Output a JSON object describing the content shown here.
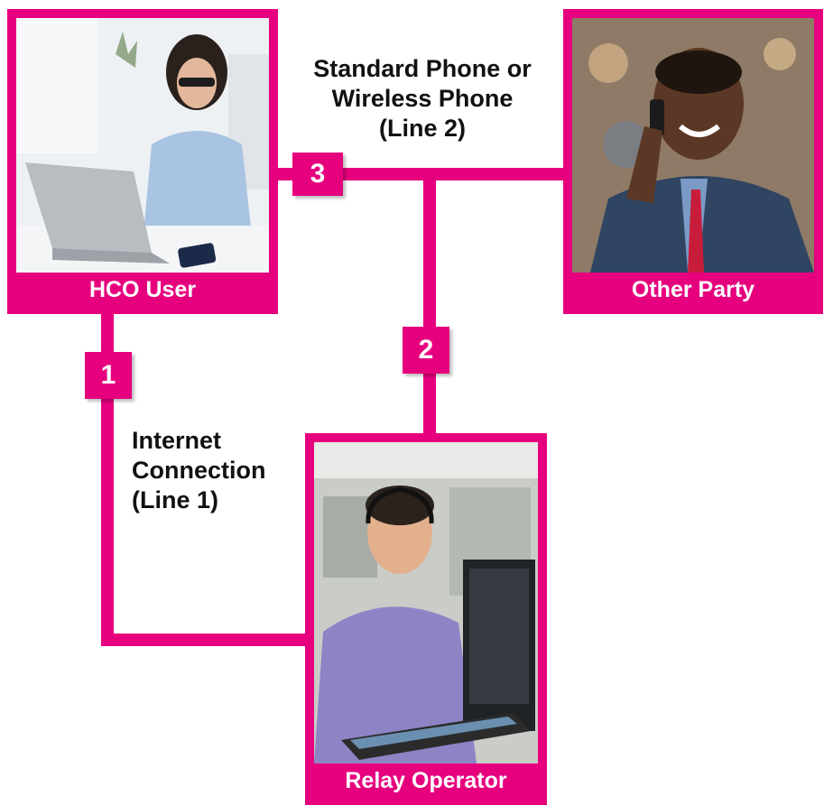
{
  "colors": {
    "accent": "#e6007e",
    "text": "#111111",
    "background": "#ffffff"
  },
  "nodes": {
    "hco_user": {
      "caption": "HCO User",
      "photo": "woman-with-headset-at-laptop"
    },
    "other_party": {
      "caption": "Other Party",
      "photo": "man-talking-on-phone"
    },
    "relay_operator": {
      "caption": "Relay Operator",
      "photo": "operator-with-headset-at-monitor"
    }
  },
  "badges": {
    "one": "1",
    "two": "2",
    "three": "3"
  },
  "labels": {
    "line2": [
      "Standard Phone or",
      "Wireless Phone",
      "(Line 2)"
    ],
    "line1": [
      "Internet",
      "Connection",
      "(Line 1)"
    ]
  }
}
